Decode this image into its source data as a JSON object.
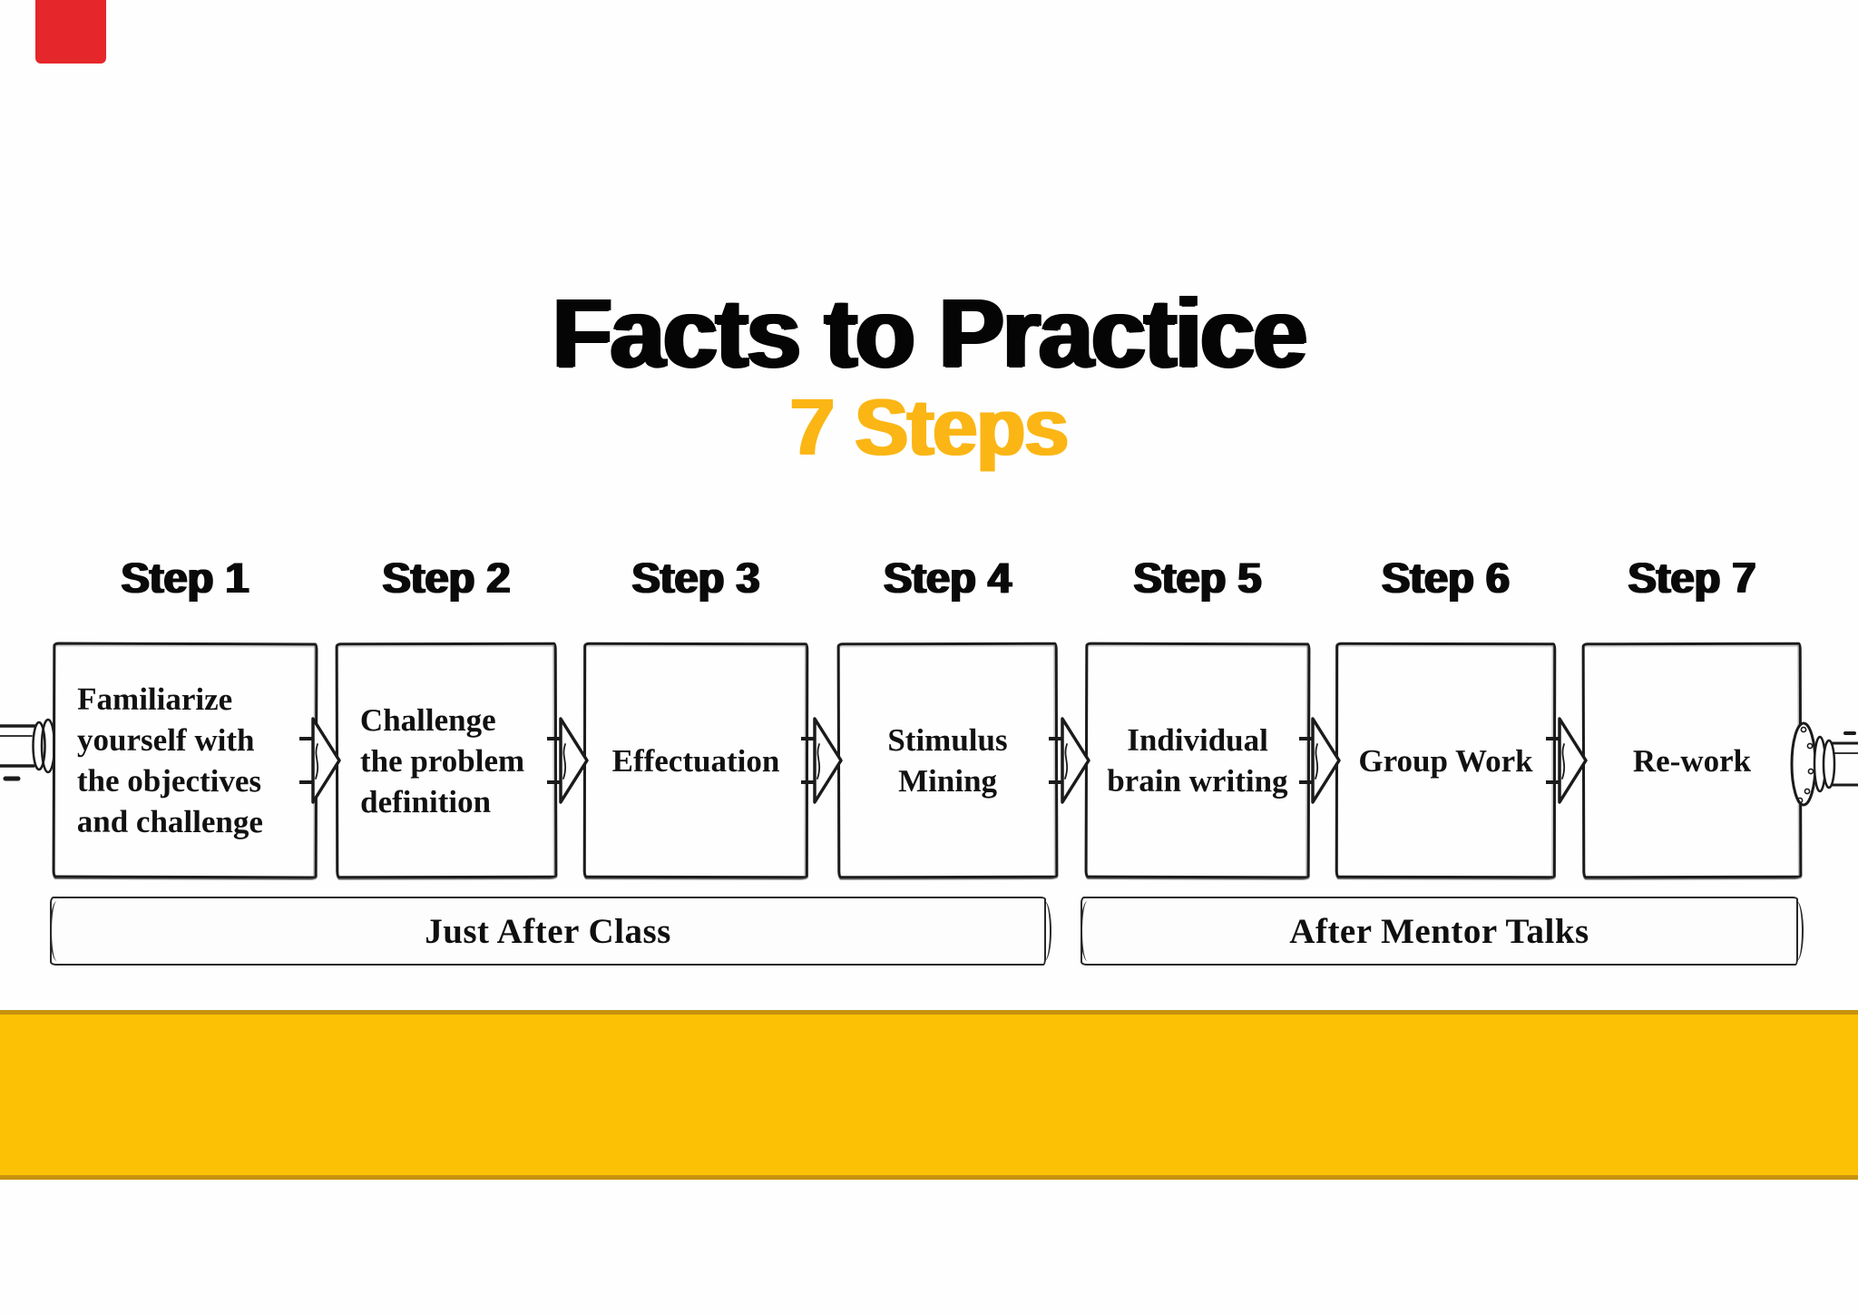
{
  "slide": {
    "title": "Facts to Practice",
    "subtitle": "7 Steps",
    "steps": [
      {
        "label": "Step 1",
        "text": "Familiarize\nyourself with\nthe objectives\nand challenge"
      },
      {
        "label": "Step 2",
        "text": "Challenge\nthe problem\ndefinition"
      },
      {
        "label": "Step 3",
        "text": "Effectuation"
      },
      {
        "label": "Step 4",
        "text": "Stimulus\nMining"
      },
      {
        "label": "Step 5",
        "text": "Individual\nbrain writing"
      },
      {
        "label": "Step 6",
        "text": "Group Work"
      },
      {
        "label": "Step 7",
        "text": "Re-work"
      }
    ],
    "phases": [
      {
        "label": "Just After Class"
      },
      {
        "label": "After Mentor Talks"
      }
    ],
    "colors": {
      "accent_gold": "#FBB615",
      "band_fill": "#FCC104",
      "band_border": "#C6920F",
      "ink": "#1B1B1B",
      "corner_red": "#E5262A"
    }
  }
}
